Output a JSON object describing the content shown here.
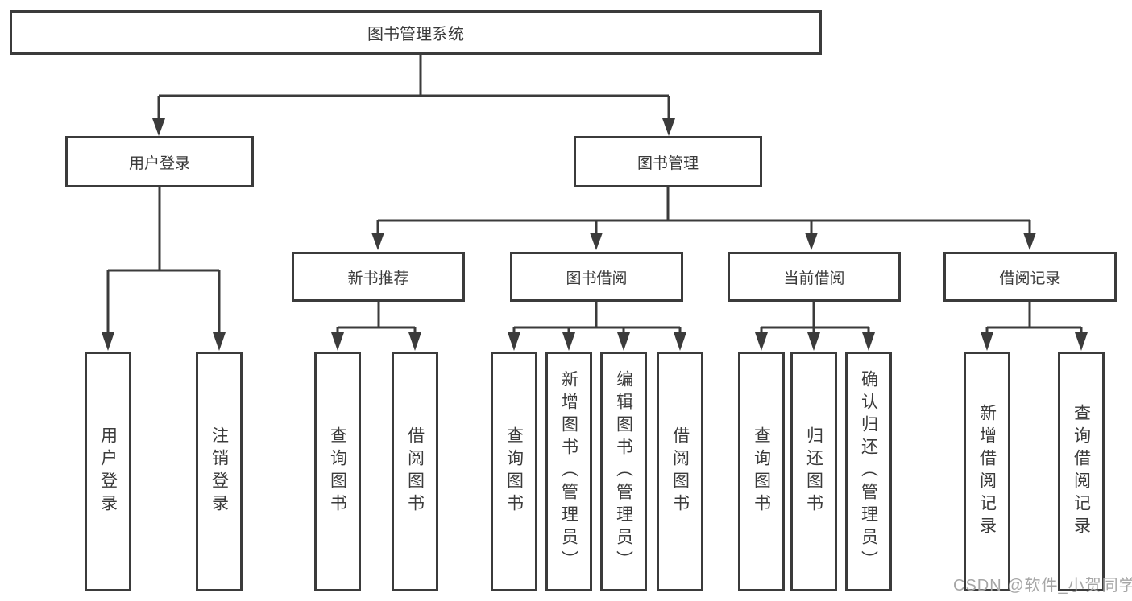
{
  "tree": {
    "label": "图书管理系统",
    "children": [
      {
        "label": "用户登录",
        "children": [
          {
            "label": "用户登录"
          },
          {
            "label": "注销登录"
          }
        ]
      },
      {
        "label": "图书管理",
        "children": [
          {
            "label": "新书推荐",
            "children": [
              {
                "label": "查询图书"
              },
              {
                "label": "借阅图书"
              }
            ]
          },
          {
            "label": "图书借阅",
            "children": [
              {
                "label": "查询图书"
              },
              {
                "label": "新增图书（管理员）"
              },
              {
                "label": "编辑图书（管理员）"
              },
              {
                "label": "借阅图书"
              }
            ]
          },
          {
            "label": "当前借阅",
            "children": [
              {
                "label": "查询图书"
              },
              {
                "label": "归还图书"
              },
              {
                "label": "确认归还（管理员）"
              }
            ]
          },
          {
            "label": "借阅记录",
            "children": [
              {
                "label": "新增借阅记录"
              },
              {
                "label": "查询借阅记录"
              }
            ]
          }
        ]
      }
    ]
  },
  "watermark": {
    "text": "CSDN @软件_小贺同学"
  },
  "colors": {
    "line": "#3b3b3b",
    "text": "#3b3b3b",
    "watermark": "#a6a6a6",
    "background": "#ffffff"
  }
}
